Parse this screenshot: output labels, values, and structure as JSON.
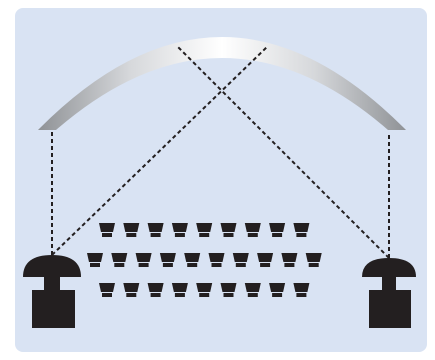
{
  "diagram": {
    "background_color": "#d9e3f3",
    "projector_color": "#231f20",
    "seat_color": "#231f20",
    "line_color": "#231f20",
    "screen_gradient": [
      "#8f9296",
      "#d6d8db",
      "#ffffff",
      "#d6d8db",
      "#8f9296"
    ],
    "seat_rows": [
      {
        "seats": 9
      },
      {
        "seats": 10
      },
      {
        "seats": 9
      }
    ],
    "icons": {
      "screen": "curved-screen-icon",
      "projector": "projector-icon",
      "seat": "seat-icon"
    }
  }
}
